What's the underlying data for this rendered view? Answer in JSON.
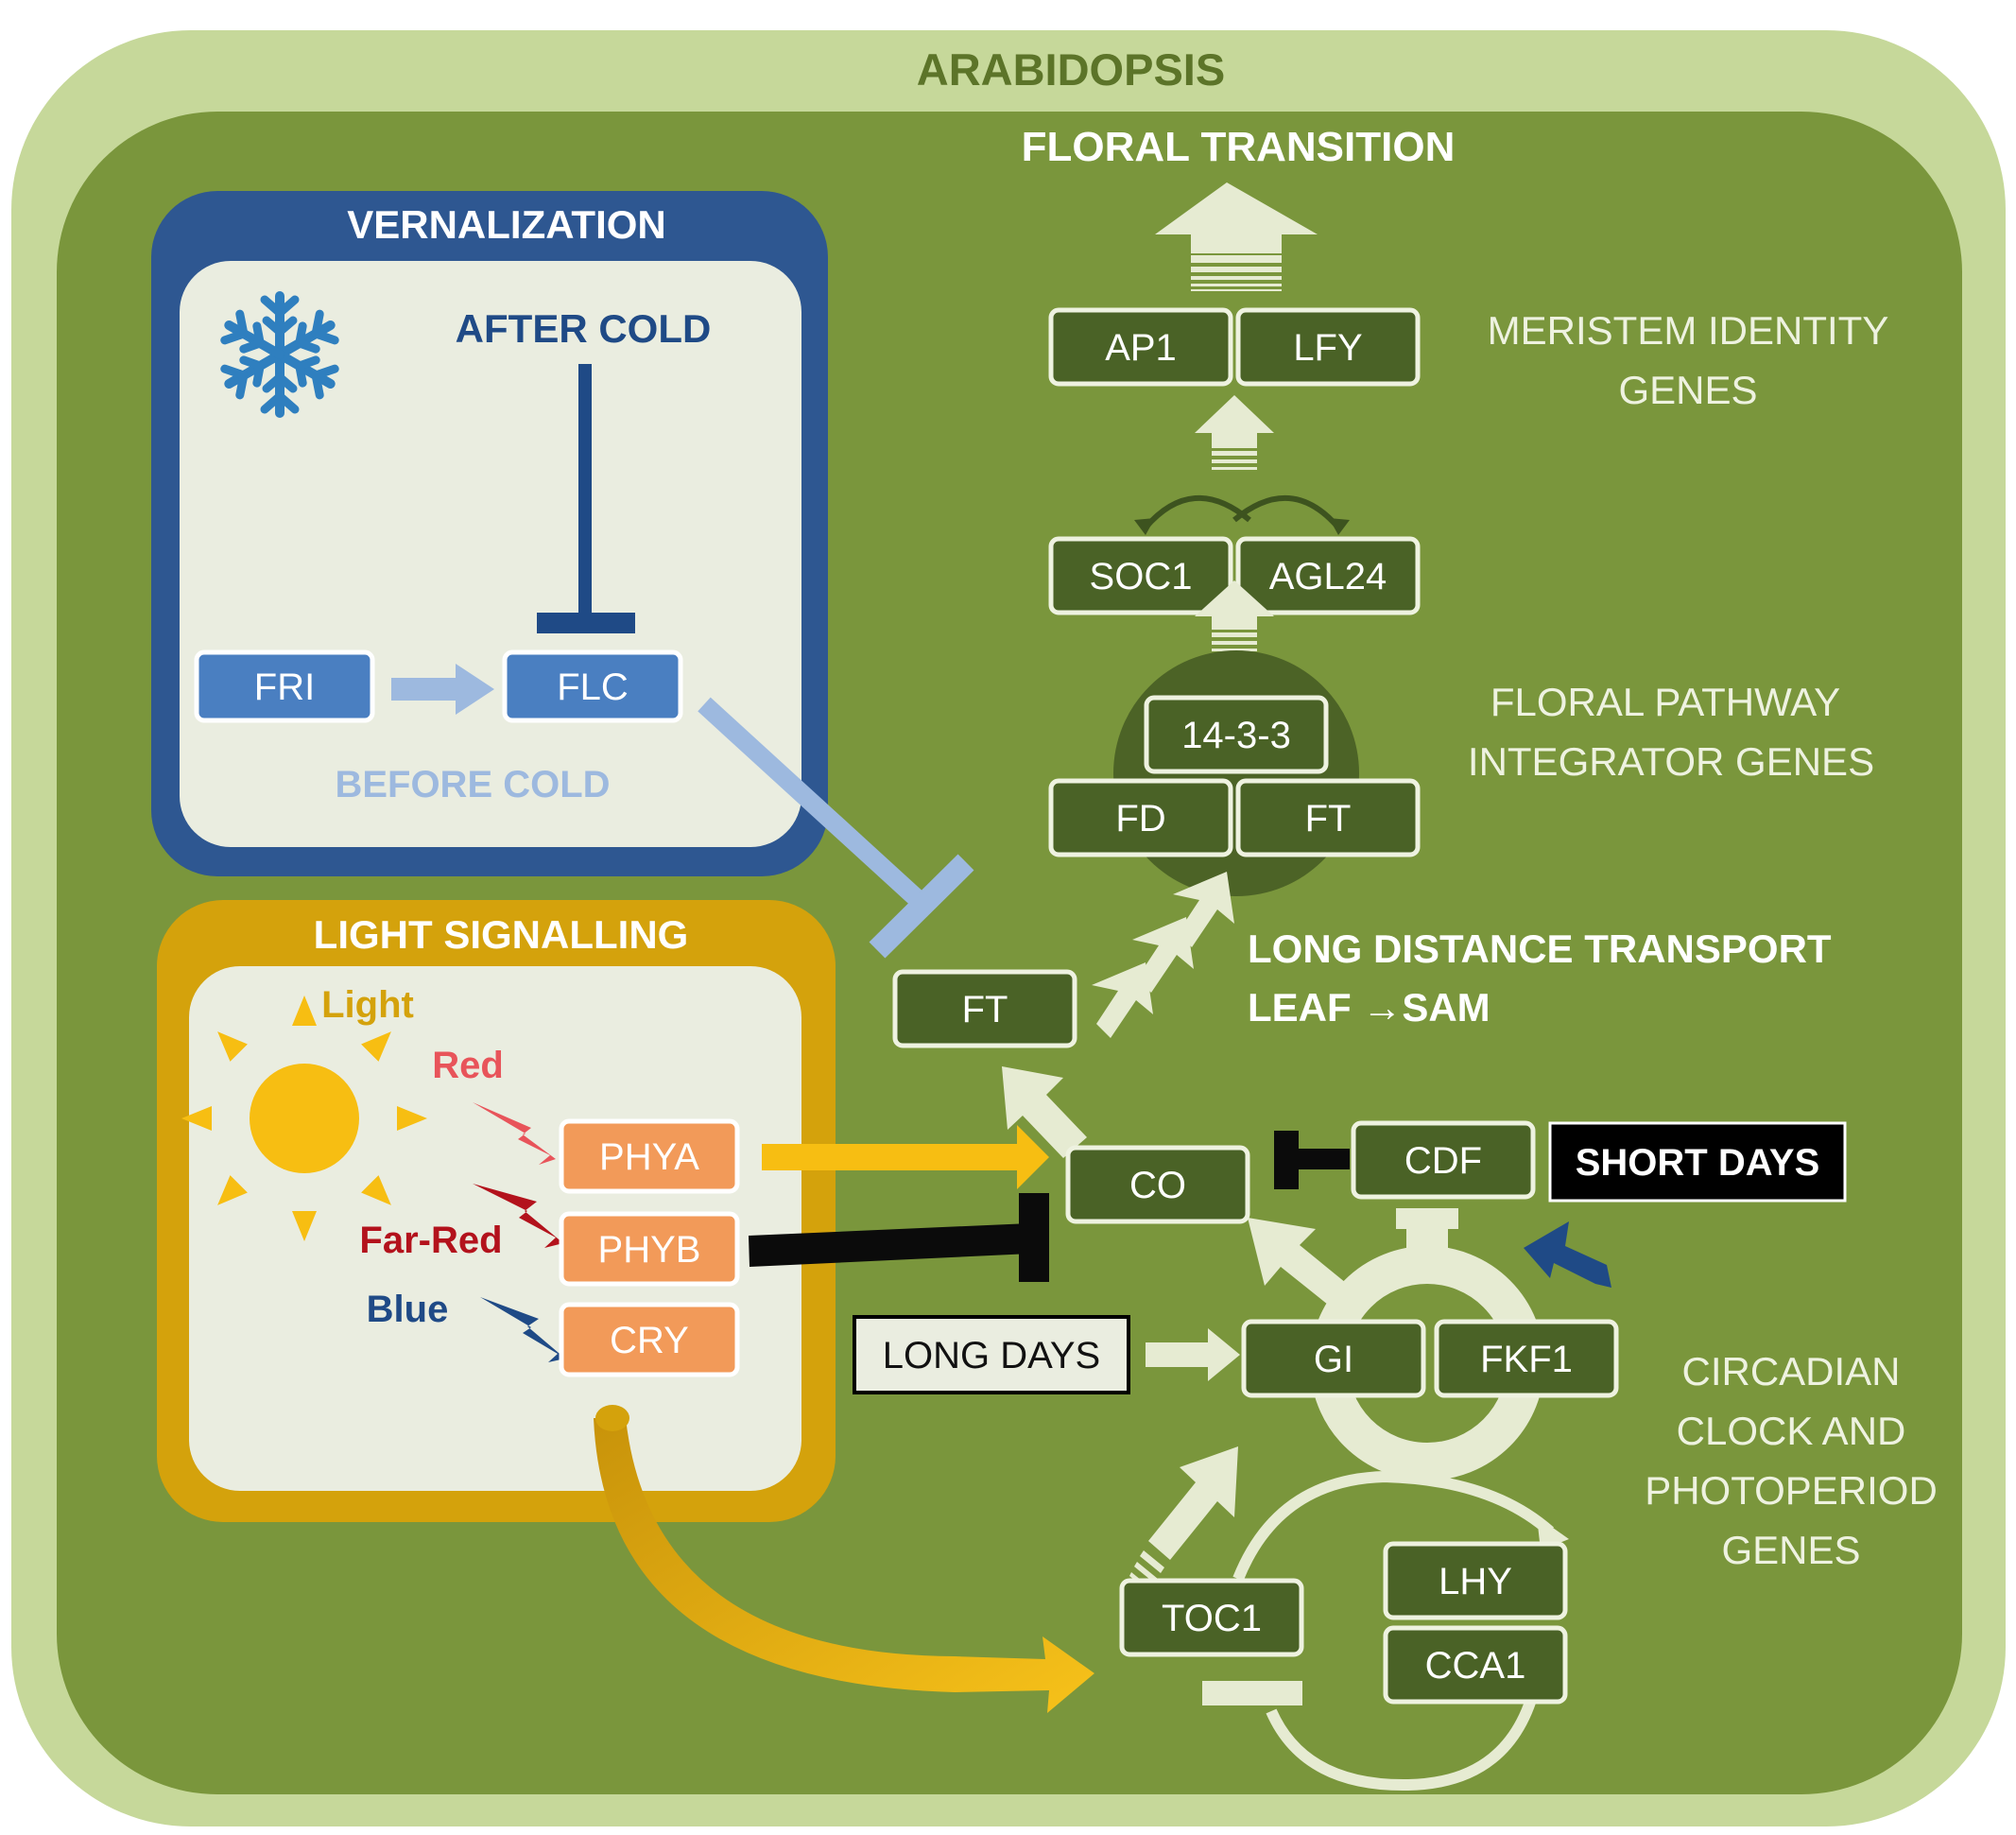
{
  "title": "ARABIDOPSIS",
  "floral_transition": "FLORAL TRANSITION",
  "colors": {
    "outer_frame": "#c6d89a",
    "field": "#7a963c",
    "gene_fill": "#4a6226",
    "gene_border": "#eef2e0",
    "vern_blue": "#2e5791",
    "vern_light_blue": "#9db9df",
    "gene_blue": "#4a7fc1",
    "light_gold": "#d4a20c",
    "panel_bg": "#eaede0",
    "phy_orange": "#f29a59",
    "sun_yellow": "#f7be12",
    "pale_arrow": "#e6ebd2",
    "red_label": "#e8545a",
    "far_red": "#b3121c",
    "blue_label": "#1f4a86"
  },
  "vernalization": {
    "title": "VERNALIZATION",
    "after_cold": "AFTER COLD",
    "before_cold": "BEFORE COLD",
    "fri": "FRI",
    "flc": "FLC",
    "icon": "snowflake-icon"
  },
  "light_signalling": {
    "title": "LIGHT SIGNALLING",
    "light": "Light",
    "red": "Red",
    "far_red": "Far-Red",
    "blue": "Blue",
    "phya": "PHYA",
    "phyb": "PHYB",
    "cry": "CRY",
    "icon": "sun-icon"
  },
  "genes": {
    "ap1": "AP1",
    "lfy": "LFY",
    "soc1": "SOC1",
    "agl24": "AGL24",
    "p1433": "14-3-3",
    "fd": "FD",
    "ft_top": "FT",
    "ft_leaf": "FT",
    "co": "CO",
    "cdf": "CDF",
    "gi": "GI",
    "fkf1": "FKF1",
    "toc1": "TOC1",
    "lhy": "LHY",
    "cca1": "CCA1"
  },
  "conditions": {
    "short_days": "SHORT DAYS",
    "long_days": "LONG DAYS"
  },
  "labels": {
    "meristem_1": "MERISTEM IDENTITY",
    "meristem_2": "GENES",
    "integrator_1": "FLORAL PATHWAY",
    "integrator_2": "INTEGRATOR GENES",
    "transport_1": "LONG DISTANCE TRANSPORT",
    "transport_2": "LEAF →SAM",
    "circadian_1": "CIRCADIAN",
    "circadian_2": "CLOCK AND",
    "circadian_3": "PHOTOPERIOD",
    "circadian_4": "GENES"
  }
}
